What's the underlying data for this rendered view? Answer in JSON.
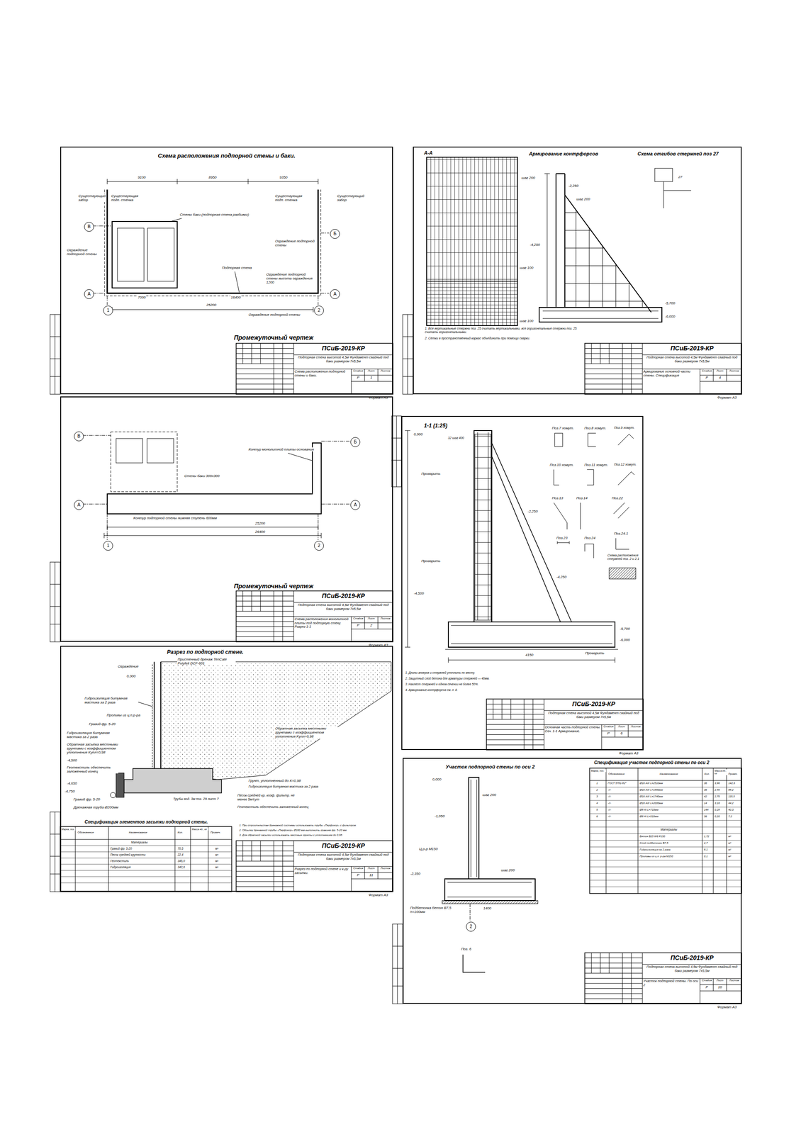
{
  "diagram": {
    "nodes": [
      {
        "text": [
          "Схема расположения подпорной стены и баки.",
          "Промежуточный чертеж",
          "Формат А3"
        ]
      },
      {
        "text": [
          "В"
        ],
        "in": 0
      },
      {
        "text": [
          "А"
        ],
        "in": 0
      },
      {
        "text": [
          "Б"
        ],
        "in": 0
      },
      {
        "text": [
          "А"
        ],
        "in": 0
      },
      {
        "text": [
          "1"
        ],
        "in": 0
      },
      {
        "text": [
          "2"
        ],
        "in": 0
      },
      {
        "text": [
          "ПСиБ-2019-КР",
          "Подпорная стена высотой 4,5м Фундамент свайный под баки размером 7х5,5м",
          "Схема расположения подпорной стены и баки.",
          "Стадия",
          "Лист",
          "Листов",
          "Р",
          "1"
        ],
        "in": 0
      },
      {
        "text": [
          "А-А",
          "Армирование контрфорсов",
          "Схема отгибов стержней поз 27",
          "Формат А3"
        ]
      },
      {
        "text": [
          "ПСиБ-2019-КР",
          "Подпорная стена высотой 4,5м Фундамент свайный под баки размером 7х5,5м",
          "Армирование основной части стены. Спецификация",
          "Стадия",
          "Лист",
          "Листов",
          "Р",
          "4"
        ],
        "in": 8
      },
      {
        "text": [
          "Промежуточный чертеж",
          "Формат А3"
        ]
      },
      {
        "text": [
          "В"
        ],
        "in": 10
      },
      {
        "text": [
          "А"
        ],
        "in": 10
      },
      {
        "text": [
          "Б"
        ],
        "in": 10
      },
      {
        "text": [
          "А"
        ],
        "in": 10
      },
      {
        "text": [
          "1"
        ],
        "in": 10
      },
      {
        "text": [
          "2"
        ],
        "in": 10
      },
      {
        "text": [
          "ПСиБ-2019-КР",
          "Подпорная стена высотой 4,5м Фундамент свайный под баки размером 7х5,5м",
          "Схема расположения монолитной плиты под подпорную стену. Разрез 1-1",
          "Стадия",
          "Лист",
          "Листов",
          "Р",
          "2"
        ],
        "in": 10
      },
      {
        "text": [
          "1-1 (1:25)",
          "Формат А3"
        ]
      },
      {
        "text": [
          "ПСиБ-2019-КР",
          "Подпорная стена высотой 4,5м Фундамент свайный под баки размером 7х5,5м",
          "Основная часть подпорной стены. Сеч. 1-1 Армирование.",
          "Стадия",
          "Лист",
          "Листов",
          "Р",
          "6"
        ],
        "in": 18
      },
      {
        "text": [
          "Разрез по подпорной стене.",
          "Формат А3"
        ]
      },
      {
        "text": [
          "ПСиБ-2019-КР",
          "Подпорная стена высотой 4,5м Фундамент свайный под баки размером 7х5,5м",
          "Разрез по подпорной стене и к-ру засыпки.",
          "Стадия",
          "Лист",
          "Листов",
          "Р",
          "11"
        ],
        "in": 20
      },
      {
        "text": [
          "Участок подпорной стены по оси 2",
          "Формат А3"
        ]
      },
      {
        "text": [
          "2"
        ],
        "in": 22
      },
      {
        "text": [
          "ПСиБ-2019-КР",
          "Подпорная стена высотой 4,5м Фундамент свайный под баки размером 7х5,5м",
          "Участок подпорной стены. По оси 2",
          "Стадия",
          "Лист",
          "Листов",
          "Р",
          "10"
        ],
        "in": 22
      }
    ],
    "labels": [
      "9100",
      "8950",
      "9350",
      "Существующий забор",
      "Существующая подп. стенка",
      "Стены баки (подпорная стена разбивки)",
      "Существующая подп. стенка",
      "Существующий забор",
      "Ограждение подпорной стены",
      "Ограждение подпорной стены",
      "Подпорная стена",
      "Ограждение подпорной стены высота ограждения 1200",
      "7000",
      "16400",
      "25200",
      "Ограждение подпорной стены",
      "шаг 200",
      "шаг 100",
      "шаг 100",
      "-2,250",
      "-4,250",
      "шаг 200",
      "-5,700",
      "-6,000",
      "27",
      "1. Все вертикальные стержни поз. 25 считать вертикальными, все горизонтальные стержни поз. 25 считать горизонтальными.",
      "2. Сетки в пространственный каркас объединить при помощи сварки.",
      "Контур монолитной плиты основания",
      "Стены баки 300х300",
      "Контур подпорной стены нижняя ступень 600мм",
      "25200",
      "26400",
      "0,000",
      "32 шаг 400",
      "-2,250",
      "-4,250",
      "-4,500",
      "-5,700",
      "-6,000",
      "4150",
      "Проварить",
      "Проварить",
      "Проварить",
      "Поз.7 хомут.",
      "Поз.8 хомут.",
      "Поз.9 хомут.",
      "Поз.10 хомут.",
      "Поз.11 хомут.",
      "Поз.12 хомут.",
      "Поз.13",
      "Поз.14",
      "Поз.22",
      "Поз.23",
      "Поз.24",
      "Поз.24.1",
      "Схема расположения стержней поз. 2 и 2.1",
      "1. Длины анкеров и стержней уточнить по месту.",
      "2. Защитный слой бетона для арматуры стержней — 40мм.",
      "3. Нахлест стержней в одном сечении не более 50%.",
      "4. Армирование контрфорсов см. л. 8.",
      "Ограждение",
      "0,000",
      "Пристенный дренаж TenCate Polyfelt DCF-601",
      "Гидроизоляция битумная мастика за 2 раза",
      "Проливы из ц.п.р-ра",
      "Гравий фр. 5-20",
      "Гидроизоляция битумная мастика за 2 раза",
      "Обратная засыпка местными грунтами с коэффициентом уплотнения Kупл=0,98",
      "-4,500",
      "Геотекстиль обеспечить заложенный конец",
      "-4,650",
      "-4,750",
      "Гравий фр. 5-20",
      "Дренажная труба Ø200мм",
      "Обратная засыпка местными грунтами с коэффициентом уплотнения Kупл=0,98",
      "Грунт, уплотненный до К=0,98",
      "Гидроизоляция битумная мастика за 2 раза",
      "Трубы вод. 3м поз. 29 лист 7",
      "Песок средней кр. коэф. фильтр. не менее 5м/сут",
      "Геотекстиль обеспечить заложенный конец",
      "Спецификация элементов засыпки подпорной стены.",
      "Марка, поз.",
      "Обозначение",
      "Наименование",
      "Кол.",
      "Масса ед., кг",
      "Примеч.",
      "Материалы",
      "Гравий фр. 5-20",
      "70,5",
      "м³",
      "Песок средней крупности",
      "22,4",
      "м³",
      "Геотекстиль",
      "345,0",
      "м²",
      "Гидроизоляция",
      "342,6",
      "м²",
      "1. При строительстве дренажной системы использовать трубы «Перфокор» с фильтром.",
      "2. Обсыпку дренажной трубы «Перфокор» Ø160 мм выполнить гравием фр. 5-20 мм.",
      "3. Для обратной засыпки использовать местные грунты с уплотнением до 0,98.",
      "0,000",
      "-1,050",
      "-2,350",
      "Ц.р-р М150",
      "Подбетонка бетон В7,5 h=100мм",
      "1400",
      "шаг 200",
      "шаг 200",
      "Поз. 6",
      "Спецификация участок подпорной стены по оси 2",
      "Марка, поз.",
      "Обозначение",
      "Наименование",
      "Кол.",
      "Масса ед., кг",
      "Примеч.",
      "1",
      "ГОСТ 5781-82*",
      "Ø16 АIII L=2510мм",
      "36",
      "3,96",
      "142,6",
      "2",
      "-//-",
      "Ø16 АIII L=1550мм",
      "36",
      "2,45",
      "88,2",
      "3",
      "-//-",
      "Ø16 АIII L=1740мм",
      "42",
      "2,75",
      "115,5",
      "4",
      "-//-",
      "Ø16 АIII L=2000мм",
      "14",
      "3,16",
      "44,2",
      "5",
      "-//-",
      "Ø8 АI L=710мм",
      "144",
      "0,28",
      "40,3",
      "6",
      "-//-",
      "Ø8 АI L=510мм",
      "36",
      "0,20",
      "7,2",
      "Материалы",
      "Бетон В25 W6 F150",
      "1,72",
      "м³",
      "Слой подбетонки В7,5",
      "2,7",
      "м³",
      "Гидроизоляция за 2 раза",
      "8,1",
      "м²",
      "Проливы из ц.п. р-ра М150",
      "0,1",
      "м³"
    ]
  }
}
